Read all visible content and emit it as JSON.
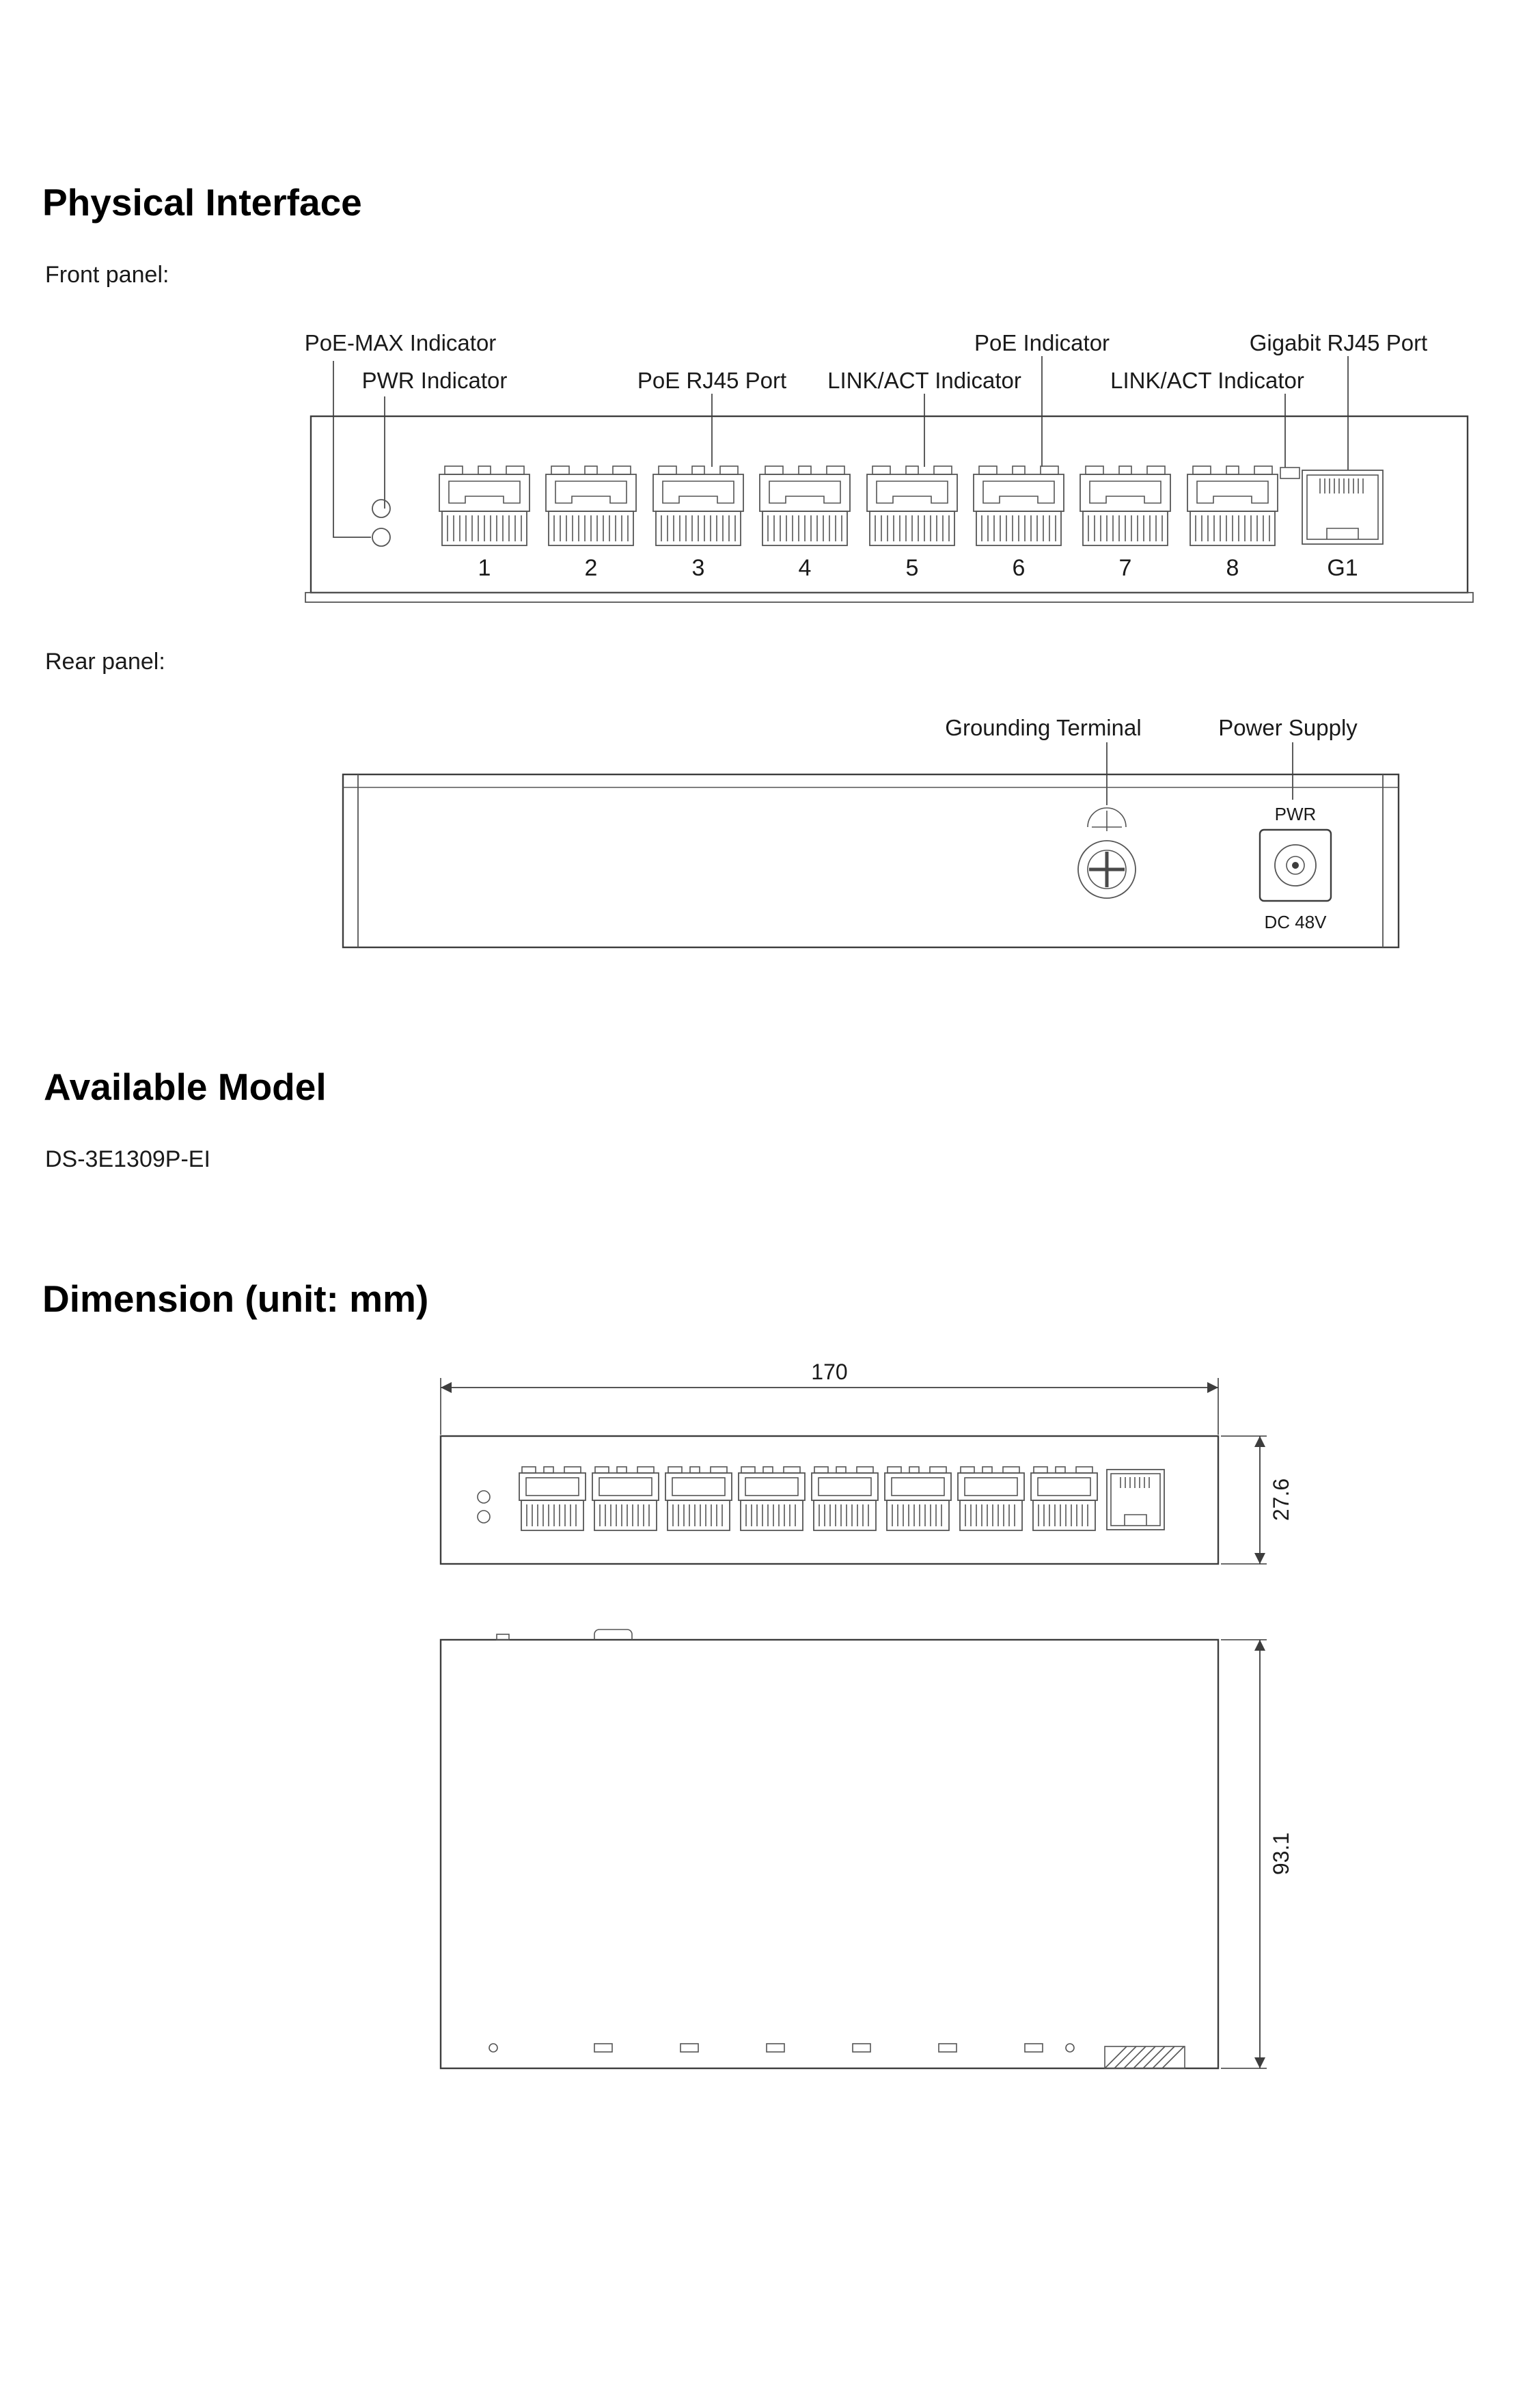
{
  "page": {
    "physical_interface_title": "Physical Interface",
    "front_panel_label": "Front panel:",
    "rear_panel_label": "Rear panel:",
    "available_model_title": "Available Model",
    "model_number": "DS-3E1309P-EI",
    "dimension_title": "Dimension (unit: mm)"
  },
  "front_panel": {
    "callouts": {
      "poe_max_indicator": "PoE-MAX Indicator",
      "pwr_indicator": "PWR Indicator",
      "poe_rj45_port": "PoE RJ45 Port",
      "link_act_indicator_left": "LINK/ACT Indicator",
      "poe_indicator": "PoE Indicator",
      "link_act_indicator_right": "LINK/ACT Indicator",
      "gigabit_rj45_port": "Gigabit RJ45 Port"
    },
    "port_numbers": [
      "1",
      "2",
      "3",
      "4",
      "5",
      "6",
      "7",
      "8"
    ],
    "gigabit_port_label": "G1"
  },
  "rear_panel": {
    "callouts": {
      "grounding_terminal": "Grounding Terminal",
      "power_supply": "Power Supply"
    },
    "pwr_label": "PWR",
    "dc_label": "DC 48V"
  },
  "dimension": {
    "width_mm": "170",
    "front_height_mm": "27.6",
    "depth_mm": "93.1"
  }
}
